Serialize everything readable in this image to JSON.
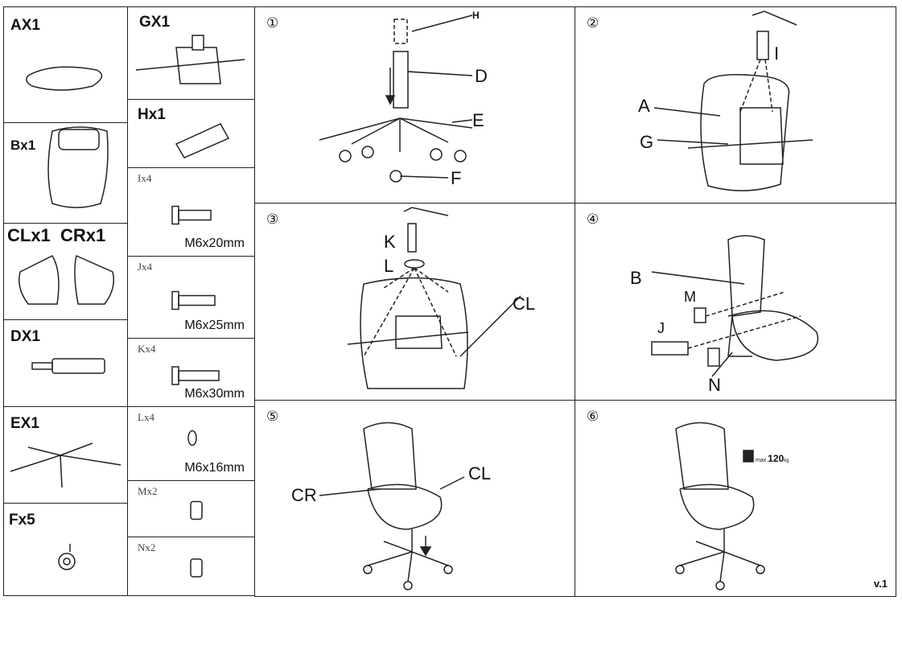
{
  "parts_left": [
    {
      "id": "A",
      "label": "AX1"
    },
    {
      "id": "B",
      "label": "Bx1"
    },
    {
      "id": "C",
      "label": "CLx1  CRx1"
    },
    {
      "id": "D",
      "label": "DX1"
    },
    {
      "id": "E",
      "label": "EX1"
    },
    {
      "id": "F",
      "label": "Fx5"
    }
  ],
  "parts_right": [
    {
      "id": "G",
      "label": "GX1"
    },
    {
      "id": "H",
      "label": "Hx1"
    },
    {
      "id": "I",
      "label": "Ix4",
      "size": "M6x20mm"
    },
    {
      "id": "J",
      "label": "Jx4",
      "size": "M6x25mm"
    },
    {
      "id": "K",
      "label": "Kx4",
      "size": "M6x30mm"
    },
    {
      "id": "L",
      "label": "Lx4",
      "size": "M6x16mm"
    },
    {
      "id": "M",
      "label": "Mx2"
    },
    {
      "id": "N",
      "label": "Nx2"
    }
  ],
  "steps": [
    {
      "num": "①",
      "callouts": [
        "H",
        "D",
        "E",
        "F"
      ]
    },
    {
      "num": "②",
      "callouts": [
        "I",
        "A",
        "G"
      ]
    },
    {
      "num": "③",
      "callouts": [
        "K",
        "L",
        "CL"
      ]
    },
    {
      "num": "④",
      "callouts": [
        "B",
        "M",
        "J",
        "N"
      ]
    },
    {
      "num": "⑤",
      "callouts": [
        "CR",
        "CL"
      ]
    },
    {
      "num": "⑥",
      "max_prefix": "max.",
      "max_value": "120",
      "max_unit": "kg"
    }
  ],
  "version": "v.1"
}
